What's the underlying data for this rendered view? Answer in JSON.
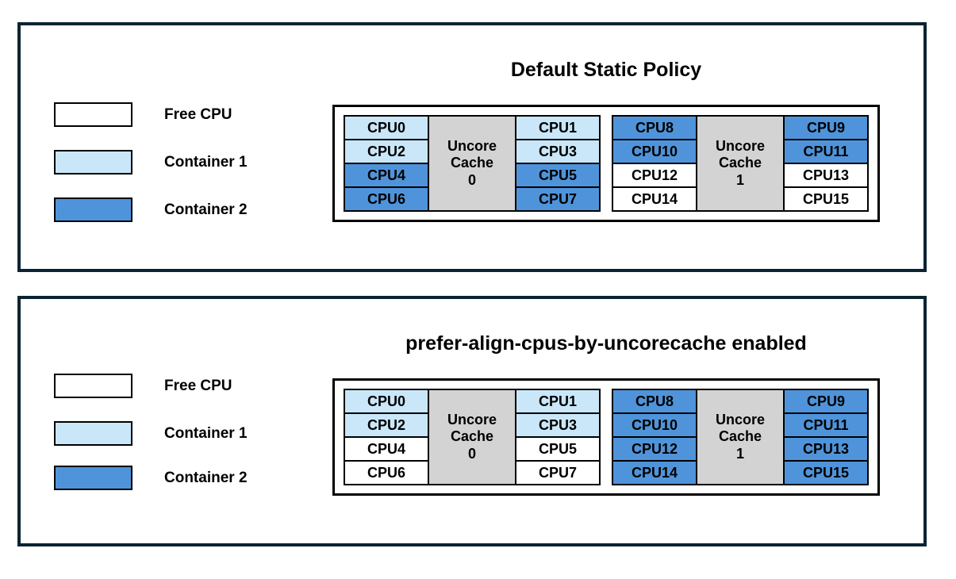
{
  "colors": {
    "free": "#ffffff",
    "container1": "#c9e7f8",
    "container2": "#4f94da",
    "uncore": "#d3d3d3",
    "panelBorder": "#0b2433"
  },
  "legend": {
    "items": [
      {
        "label": "Free CPU",
        "state": "free"
      },
      {
        "label": "Container 1",
        "state": "container1"
      },
      {
        "label": "Container 2",
        "state": "container2"
      }
    ]
  },
  "panels": [
    {
      "title": "Default Static Policy",
      "groups": [
        {
          "uncore": {
            "lines": [
              "Uncore",
              "Cache",
              "0"
            ]
          },
          "left": [
            {
              "label": "CPU0",
              "state": "container1"
            },
            {
              "label": "CPU2",
              "state": "container1"
            },
            {
              "label": "CPU4",
              "state": "container2"
            },
            {
              "label": "CPU6",
              "state": "container2"
            }
          ],
          "right": [
            {
              "label": "CPU1",
              "state": "container1"
            },
            {
              "label": "CPU3",
              "state": "container1"
            },
            {
              "label": "CPU5",
              "state": "container2"
            },
            {
              "label": "CPU7",
              "state": "container2"
            }
          ]
        },
        {
          "uncore": {
            "lines": [
              "Uncore",
              "Cache",
              "1"
            ]
          },
          "left": [
            {
              "label": "CPU8",
              "state": "container2"
            },
            {
              "label": "CPU10",
              "state": "container2"
            },
            {
              "label": "CPU12",
              "state": "free"
            },
            {
              "label": "CPU14",
              "state": "free"
            }
          ],
          "right": [
            {
              "label": "CPU9",
              "state": "container2"
            },
            {
              "label": "CPU11",
              "state": "container2"
            },
            {
              "label": "CPU13",
              "state": "free"
            },
            {
              "label": "CPU15",
              "state": "free"
            }
          ]
        }
      ]
    },
    {
      "title": "prefer-align-cpus-by-uncorecache enabled",
      "groups": [
        {
          "uncore": {
            "lines": [
              "Uncore",
              "Cache",
              "0"
            ]
          },
          "left": [
            {
              "label": "CPU0",
              "state": "container1"
            },
            {
              "label": "CPU2",
              "state": "container1"
            },
            {
              "label": "CPU4",
              "state": "free"
            },
            {
              "label": "CPU6",
              "state": "free"
            }
          ],
          "right": [
            {
              "label": "CPU1",
              "state": "container1"
            },
            {
              "label": "CPU3",
              "state": "container1"
            },
            {
              "label": "CPU5",
              "state": "free"
            },
            {
              "label": "CPU7",
              "state": "free"
            }
          ]
        },
        {
          "uncore": {
            "lines": [
              "Uncore",
              "Cache",
              "1"
            ]
          },
          "left": [
            {
              "label": "CPU8",
              "state": "container2"
            },
            {
              "label": "CPU10",
              "state": "container2"
            },
            {
              "label": "CPU12",
              "state": "container2"
            },
            {
              "label": "CPU14",
              "state": "container2"
            }
          ],
          "right": [
            {
              "label": "CPU9",
              "state": "container2"
            },
            {
              "label": "CPU11",
              "state": "container2"
            },
            {
              "label": "CPU13",
              "state": "container2"
            },
            {
              "label": "CPU15",
              "state": "container2"
            }
          ]
        }
      ]
    }
  ]
}
